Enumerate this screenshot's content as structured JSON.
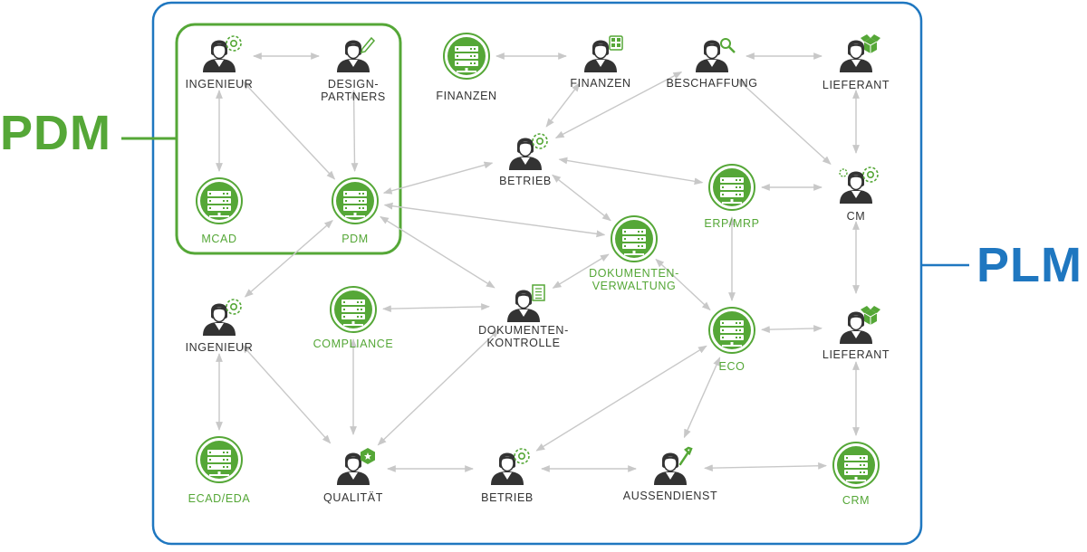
{
  "big_labels": {
    "pdm": "PDM",
    "plm": "PLM"
  },
  "colors": {
    "pdm_green": "#55a737",
    "plm_blue": "#1f77c0",
    "arrow_gray": "#c8c8c8",
    "person_dark": "#333333",
    "server_green": "#55a737"
  },
  "nodes": [
    {
      "id": "ingenieur_1",
      "kind": "person",
      "accessory": "gear",
      "lines": [
        "INGENIEUR"
      ],
      "label_color": "dark"
    },
    {
      "id": "design_partners",
      "kind": "person",
      "accessory": "pencil",
      "lines": [
        "DESIGN-",
        "PARTNERS"
      ],
      "label_color": "dark"
    },
    {
      "id": "mcad",
      "kind": "server",
      "lines": [
        "MCAD"
      ],
      "label_color": "green"
    },
    {
      "id": "pdm",
      "kind": "server",
      "lines": [
        "PDM"
      ],
      "label_color": "green"
    },
    {
      "id": "finanzen_server",
      "kind": "server",
      "lines": [
        "FINANZEN"
      ],
      "label_color": "dark"
    },
    {
      "id": "finanzen_person",
      "kind": "person",
      "accessory": "calculator",
      "lines": [
        "FINANZEN"
      ],
      "label_color": "dark"
    },
    {
      "id": "beschaffung",
      "kind": "person",
      "accessory": "magnifier",
      "lines": [
        "BESCHAFFUNG"
      ],
      "label_color": "dark"
    },
    {
      "id": "lieferant_1",
      "kind": "person",
      "accessory": "box",
      "lines": [
        "LIEFERANT"
      ],
      "label_color": "dark"
    },
    {
      "id": "betrieb_1",
      "kind": "person",
      "accessory": "gear",
      "lines": [
        "BETRIEB"
      ],
      "label_color": "dark"
    },
    {
      "id": "erp_mrp",
      "kind": "server",
      "lines": [
        "ERP/MRP"
      ],
      "label_color": "green"
    },
    {
      "id": "cm",
      "kind": "person",
      "accessory": "gears",
      "lines": [
        "CM"
      ],
      "label_color": "dark"
    },
    {
      "id": "dokumentenverwaltung",
      "kind": "server",
      "lines": [
        "DOKUMENTEN-",
        "VERWALTUNG"
      ],
      "label_color": "green"
    },
    {
      "id": "ingenieur_2",
      "kind": "person",
      "accessory": "gear",
      "lines": [
        "INGENIEUR"
      ],
      "label_color": "dark"
    },
    {
      "id": "compliance",
      "kind": "server",
      "lines": [
        "COMPLIANCE"
      ],
      "label_color": "green"
    },
    {
      "id": "dokumentenkontrolle",
      "kind": "person",
      "accessory": "document",
      "lines": [
        "DOKUMENTEN-",
        "KONTROLLE"
      ],
      "label_color": "dark"
    },
    {
      "id": "eco",
      "kind": "server",
      "lines": [
        "ECO"
      ],
      "label_color": "green"
    },
    {
      "id": "lieferant_2",
      "kind": "person",
      "accessory": "box",
      "lines": [
        "LIEFERANT"
      ],
      "label_color": "dark"
    },
    {
      "id": "ecad_eda",
      "kind": "server",
      "lines": [
        "ECAD/EDA"
      ],
      "label_color": "green"
    },
    {
      "id": "qualitaet",
      "kind": "person",
      "accessory": "badge",
      "lines": [
        "QUALITÄT"
      ],
      "label_color": "dark"
    },
    {
      "id": "betrieb_2",
      "kind": "person",
      "accessory": "gear",
      "lines": [
        "BETRIEB"
      ],
      "label_color": "dark"
    },
    {
      "id": "aussendienst",
      "kind": "person",
      "accessory": "wrench",
      "lines": [
        "AUSSENDIENST"
      ],
      "label_color": "dark"
    },
    {
      "id": "crm",
      "kind": "server",
      "lines": [
        "CRM"
      ],
      "label_color": "green"
    }
  ],
  "connections": [
    [
      "ingenieur_1",
      "design_partners"
    ],
    [
      "ingenieur_1",
      "mcad"
    ],
    [
      "ingenieur_1",
      "pdm"
    ],
    [
      "design_partners",
      "pdm"
    ],
    [
      "finanzen_server",
      "finanzen_person"
    ],
    [
      "beschaffung",
      "lieferant_1"
    ],
    [
      "finanzen_person",
      "betrieb_1"
    ],
    [
      "beschaffung",
      "betrieb_1"
    ],
    [
      "beschaffung",
      "cm"
    ],
    [
      "lieferant_1",
      "cm"
    ],
    [
      "pdm",
      "betrieb_1"
    ],
    [
      "betrieb_1",
      "erp_mrp"
    ],
    [
      "erp_mrp",
      "cm"
    ],
    [
      "betrieb_1",
      "dokumentenverwaltung"
    ],
    [
      "pdm",
      "dokumentenverwaltung"
    ],
    [
      "pdm",
      "dokumentenkontrolle"
    ],
    [
      "pdm",
      "ingenieur_2"
    ],
    [
      "compliance",
      "dokumentenkontrolle"
    ],
    [
      "dokumentenkontrolle",
      "dokumentenverwaltung"
    ],
    [
      "dokumentenverwaltung",
      "eco"
    ],
    [
      "erp_mrp",
      "eco"
    ],
    [
      "cm",
      "lieferant_2"
    ],
    [
      "eco",
      "lieferant_2"
    ],
    [
      "ingenieur_2",
      "ecad_eda"
    ],
    [
      "ingenieur_2",
      "qualitaet"
    ],
    [
      "compliance",
      "qualitaet"
    ],
    [
      "qualitaet",
      "dokumentenkontrolle"
    ],
    [
      "qualitaet",
      "betrieb_2"
    ],
    [
      "betrieb_2",
      "eco"
    ],
    [
      "betrieb_2",
      "aussendienst"
    ],
    [
      "aussendienst",
      "eco"
    ],
    [
      "aussendienst",
      "crm"
    ],
    [
      "lieferant_2",
      "crm"
    ]
  ]
}
